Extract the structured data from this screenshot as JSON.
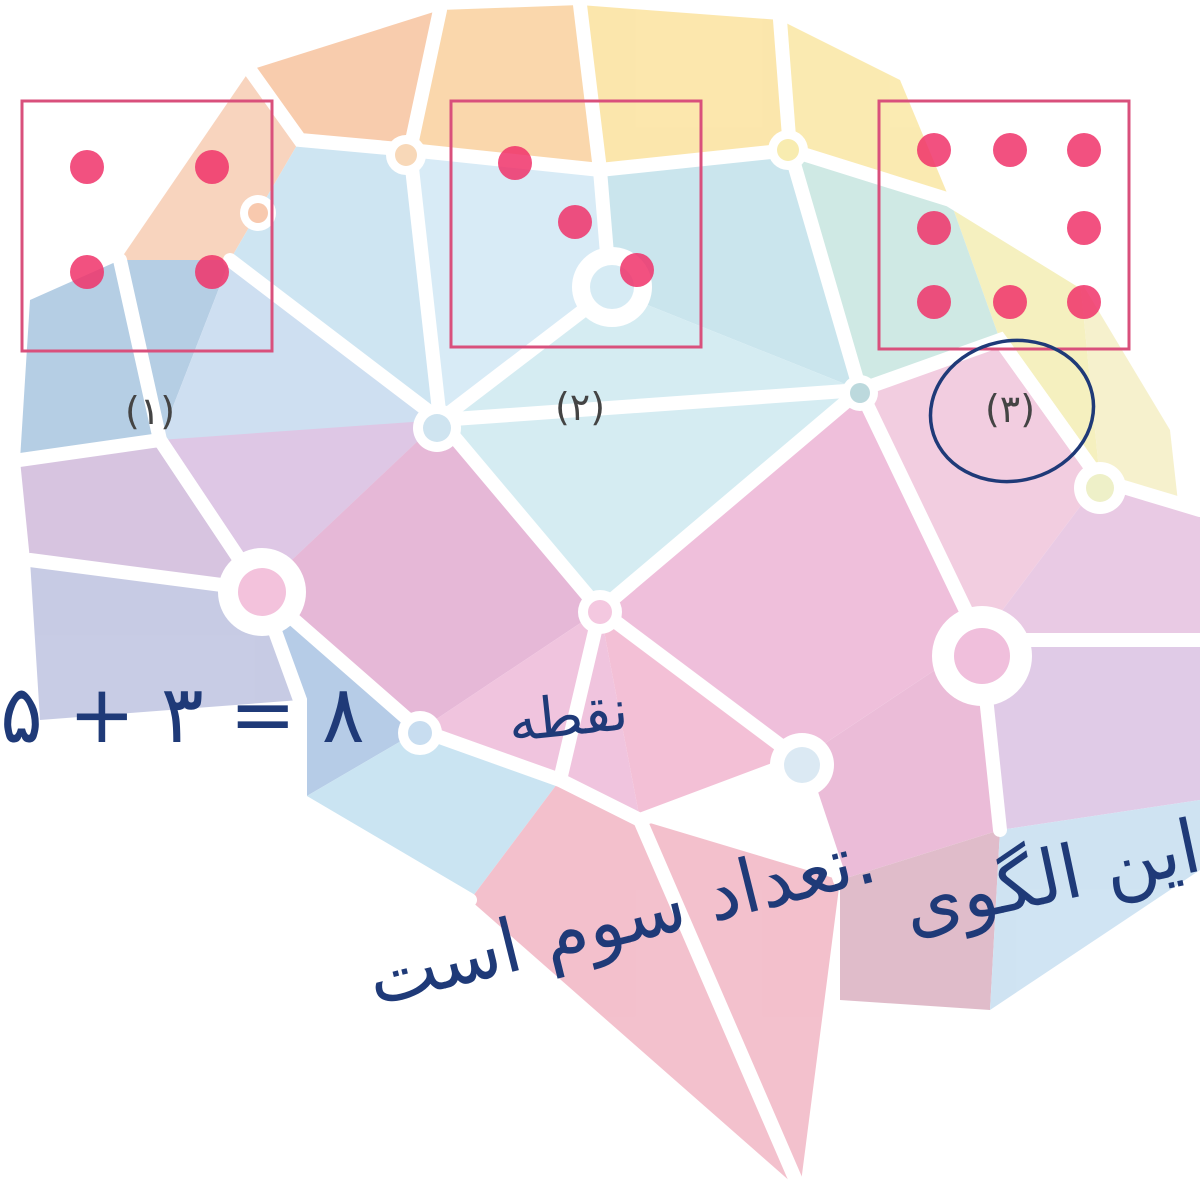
{
  "panels": [
    {
      "label": "(۱)",
      "dots": 4
    },
    {
      "label": "(۲)",
      "dots": 3
    },
    {
      "label": "(۳)",
      "dots": 8
    }
  ],
  "handwriting": {
    "equation": "۵ + ۳ = ۸",
    "word": "نقطه",
    "sentence_line1": "این الگوی",
    "sentence_line2": "تعداد سوم است."
  },
  "circled_panel": "(۳)",
  "colors": {
    "box_border": "#d9507c",
    "dot": "#f0336a",
    "ink": "#1f3a78",
    "label": "#444444"
  }
}
